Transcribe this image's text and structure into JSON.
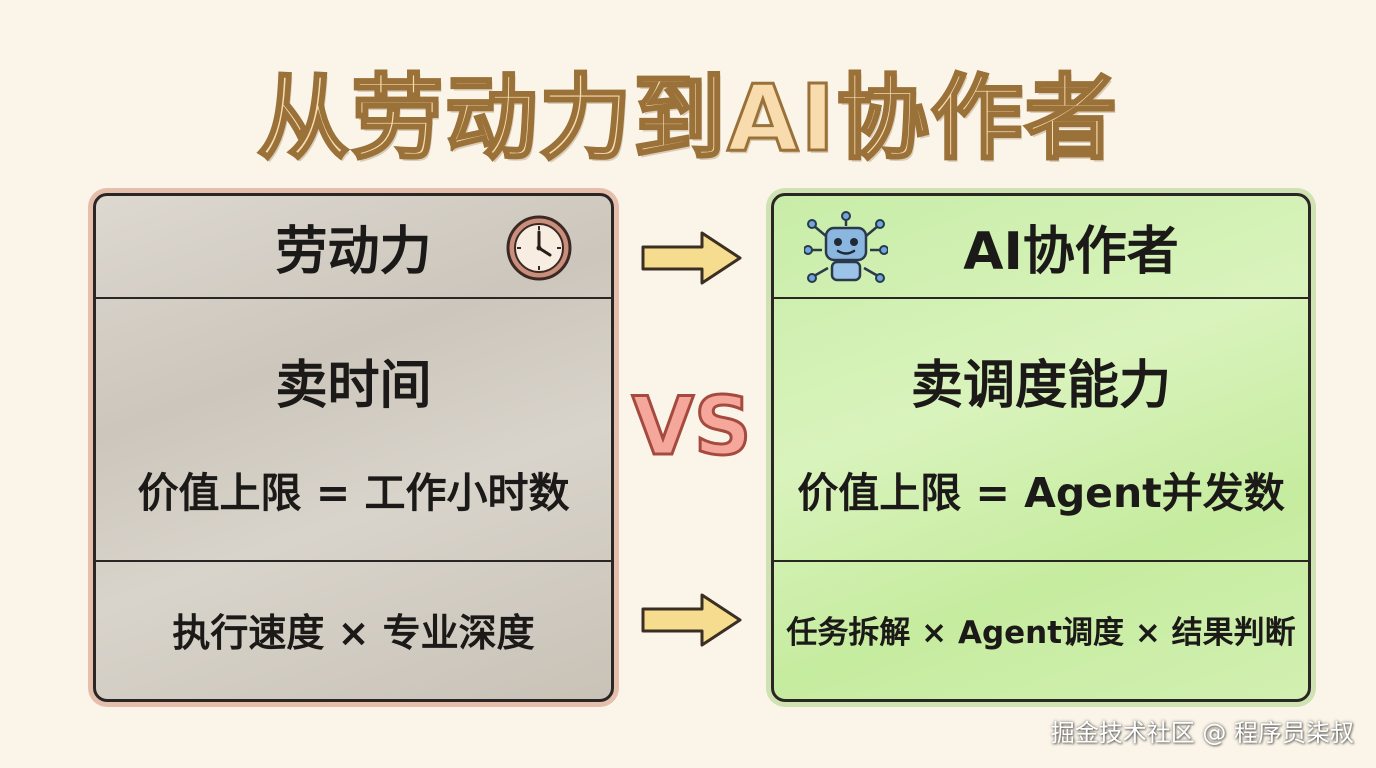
{
  "title": "从劳动力到AI协作者",
  "left": {
    "header": "劳动力",
    "header_icon": "clock-icon",
    "sell": "卖时间",
    "formula": "价值上限 = 工作小时数",
    "footer": "执行速度 × 专业深度"
  },
  "center": {
    "vs": "VS",
    "arrow_icon": "right-arrow-icon"
  },
  "right": {
    "header": "AI协作者",
    "header_icon": "robot-icon",
    "sell": "卖调度能力",
    "formula": "价值上限 = Agent并发数",
    "footer": "任务拆解 × Agent调度 × 结果判断"
  },
  "watermark": "掘金技术社区 @ 程序员柒叔",
  "colors": {
    "left_panel": "#d6d1c8",
    "right_panel": "#cfeeb0",
    "arrow_fill": "#f6dc8f",
    "vs_fill": "#f4a79a",
    "title_fill": "#f8dcae"
  }
}
